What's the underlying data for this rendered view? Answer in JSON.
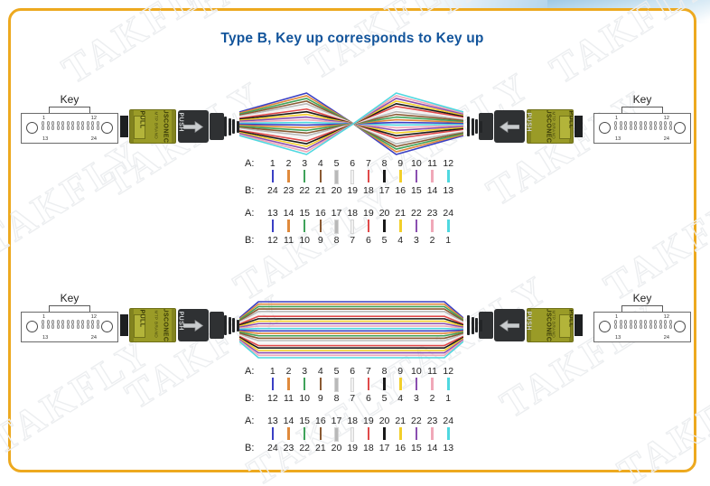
{
  "title": "Type B, Key up corresponds to Key up",
  "colors": {
    "frame_border": "#eda91f",
    "title_text": "#12549b",
    "connector_housing": "#9a9b27",
    "connector_boot": "#2f3133",
    "watermark": "#eceef0"
  },
  "watermark_text": "TAKFLY",
  "ferrule": {
    "key_label": "Key",
    "top_left_num": "1",
    "top_right_num": "12",
    "bottom_left_num": "13",
    "bottom_right_num": "24",
    "pin_count_per_row": 12
  },
  "connector": {
    "pull_label": "PULL",
    "brand_label": "USCONEC",
    "brand_sub_label": "MTP BRAND",
    "push_label": "PUSH",
    "arrow_icon": "arrow-right"
  },
  "fiber_colors": [
    "#3a3fc4",
    "#e08a3c",
    "#3fa35a",
    "#8a5a33",
    "#b9b9b9",
    "#f2f2f2",
    "#e04a4a",
    "#1a1a1a",
    "#f2cf2a",
    "#8a4fb0",
    "#f0a8b8",
    "#4fd8e0"
  ],
  "fiber_color_names": [
    "blue",
    "orange",
    "green",
    "brown",
    "slate",
    "white",
    "red",
    "black",
    "yellow",
    "violet",
    "rose",
    "aqua"
  ],
  "top_diagram": {
    "layout": "crossed",
    "tables": [
      {
        "a_label": "A:",
        "b_label": "B:",
        "a_values": [
          "1",
          "2",
          "3",
          "4",
          "5",
          "6",
          "7",
          "8",
          "9",
          "10",
          "11",
          "12"
        ],
        "b_values": [
          "24",
          "23",
          "22",
          "21",
          "20",
          "19",
          "18",
          "17",
          "16",
          "15",
          "14",
          "13"
        ]
      },
      {
        "a_label": "A:",
        "b_label": "B:",
        "a_values": [
          "13",
          "14",
          "15",
          "16",
          "17",
          "18",
          "19",
          "20",
          "21",
          "22",
          "23",
          "24"
        ],
        "b_values": [
          "12",
          "11",
          "10",
          "9",
          "8",
          "7",
          "6",
          "5",
          "4",
          "3",
          "2",
          "1"
        ]
      }
    ]
  },
  "bottom_diagram": {
    "layout": "straight",
    "tables": [
      {
        "a_label": "A:",
        "b_label": "B:",
        "a_values": [
          "1",
          "2",
          "3",
          "4",
          "5",
          "6",
          "7",
          "8",
          "9",
          "10",
          "11",
          "12"
        ],
        "b_values": [
          "12",
          "11",
          "10",
          "9",
          "8",
          "7",
          "6",
          "5",
          "4",
          "3",
          "2",
          "1"
        ]
      },
      {
        "a_label": "A:",
        "b_label": "B:",
        "a_values": [
          "13",
          "14",
          "15",
          "16",
          "17",
          "18",
          "19",
          "20",
          "21",
          "22",
          "23",
          "24"
        ],
        "b_values": [
          "24",
          "23",
          "22",
          "21",
          "20",
          "19",
          "18",
          "17",
          "16",
          "15",
          "14",
          "13"
        ]
      }
    ]
  }
}
